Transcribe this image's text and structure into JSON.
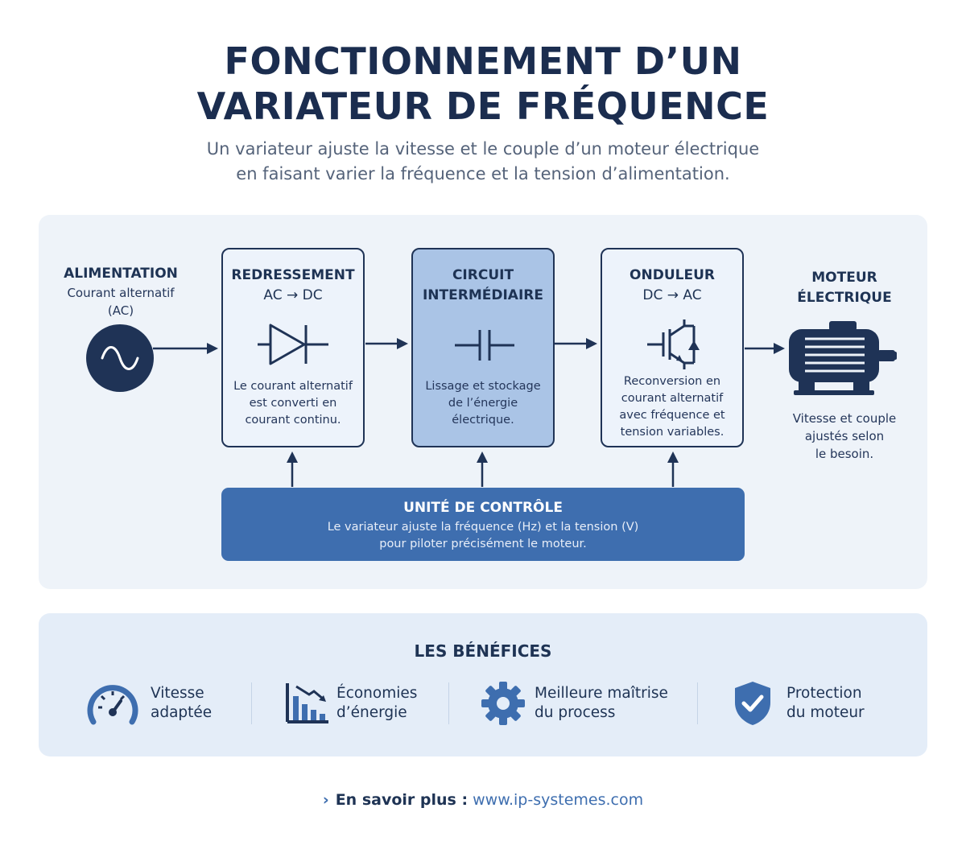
{
  "title": {
    "line1": "FONCTIONNEMENT D’UN",
    "line2": "VARIATEUR DE FRÉQUENCE"
  },
  "subtitle": {
    "line1": "Un variateur ajuste la vitesse et le couple d’un moteur électrique",
    "line2": "en faisant varier la fréquence et la tension d’alimentation."
  },
  "alimentation": {
    "title": "ALIMENTATION",
    "line1": "Courant alternatif",
    "line2": "(AC)",
    "icon": "ac-sine-icon"
  },
  "redressement": {
    "title": "REDRESSEMENT",
    "sub": "AC → DC",
    "icon": "diode-icon",
    "desc": [
      "Le courant alternatif",
      "est converti en",
      "courant continu."
    ]
  },
  "circuit": {
    "title1": "CIRCUIT",
    "title2": "INTERMÉDIAIRE",
    "icon": "capacitor-icon",
    "desc": [
      "Lissage et stockage",
      "de l’énergie",
      "électrique."
    ]
  },
  "onduleur": {
    "title": "ONDULEUR",
    "sub": "DC → AC",
    "icon": "igbt-transistor-icon",
    "desc": [
      "Reconversion en",
      "courant alternatif",
      "avec fréquence et",
      "tension variables."
    ]
  },
  "moteur": {
    "title1": "MOTEUR",
    "title2": "ÉLECTRIQUE",
    "icon": "electric-motor-icon",
    "desc": [
      "Vitesse et couple",
      "ajustés selon",
      "le besoin."
    ]
  },
  "controle": {
    "title": "UNITÉ DE CONTRÔLE",
    "line1": "Le variateur ajuste la fréquence (Hz) et la tension (V)",
    "line2": "pour piloter précisément le moteur."
  },
  "benefices": {
    "title": "LES BÉNÉFICES",
    "items": [
      {
        "line1": "Vitesse",
        "line2": "adaptée",
        "icon": "speedometer-icon"
      },
      {
        "line1": "Économies",
        "line2": "d’énergie",
        "icon": "bar-chart-down-icon"
      },
      {
        "line1": "Meilleure maîtrise",
        "line2": "du process",
        "icon": "gear-icon"
      },
      {
        "line1": "Protection",
        "line2": "du moteur",
        "icon": "shield-check-icon"
      }
    ]
  },
  "footer": {
    "label": "En savoir plus :",
    "url": "www.ip-systemes.com"
  },
  "colors": {
    "navy": "#1b2d4f",
    "accent": "#3e6eaf",
    "panel": "#eef3f9",
    "mid_box": "#aac4e6"
  }
}
